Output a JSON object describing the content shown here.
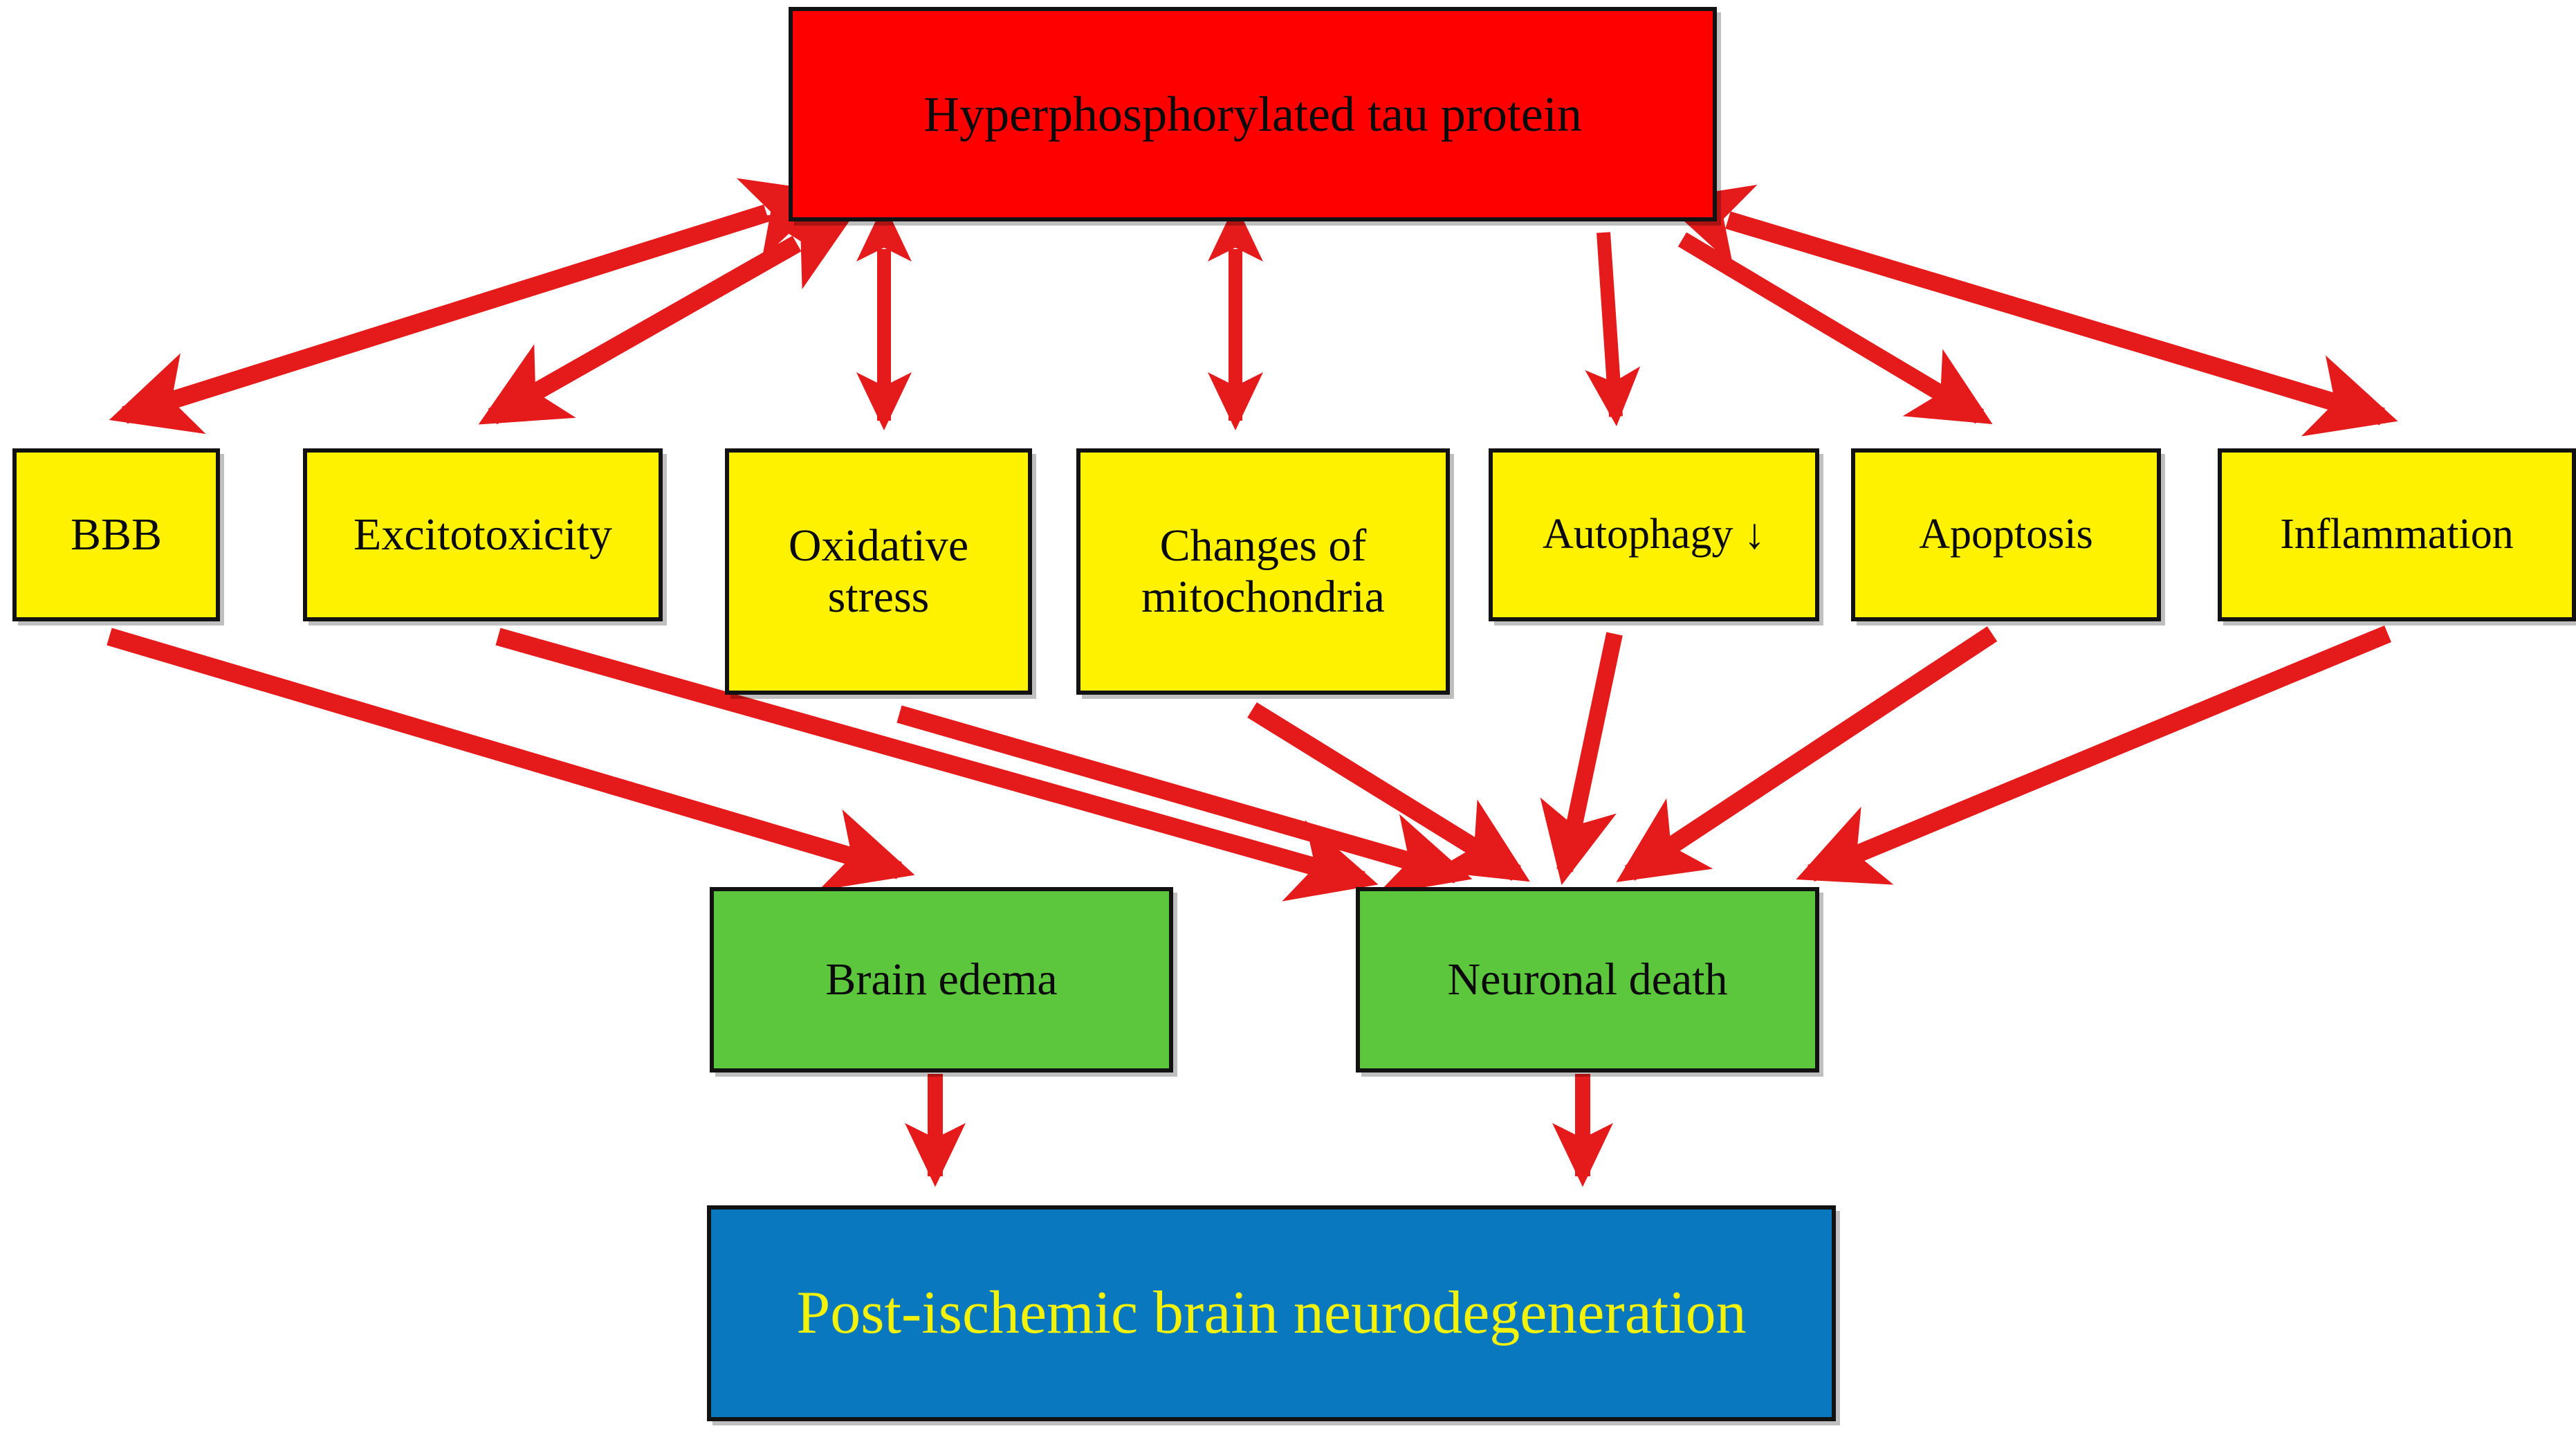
{
  "diagram": {
    "title": "Hyperphosphorylated tau protein pathway in post-ischemic brain neurodegeneration",
    "colors": {
      "red": "#FF0000",
      "yellow": "#FFF200",
      "green": "#5CC63C",
      "blue": "#0A78BE",
      "arrow": "#E51A1A",
      "border": "#121212",
      "blue_box_text": "#F2F20A",
      "background": "#FFFFFF"
    },
    "nodes": {
      "top": {
        "label": "Hyperphosphorylated tau protein",
        "color": "red"
      },
      "mechanisms": [
        {
          "label": "BBB",
          "color": "yellow"
        },
        {
          "label": "Excitotoxicity",
          "color": "yellow"
        },
        {
          "label": "Oxidative\nstress",
          "color": "yellow"
        },
        {
          "label": "Changes of\nmitochondria",
          "color": "yellow"
        },
        {
          "label": "Autophagy ↓",
          "color": "yellow"
        },
        {
          "label": "Apoptosis",
          "color": "yellow"
        },
        {
          "label": "Inflammation",
          "color": "yellow"
        }
      ],
      "outcomes": [
        {
          "label": "Brain edema",
          "color": "green"
        },
        {
          "label": "Neuronal death",
          "color": "green"
        }
      ],
      "final": {
        "label": "Post-ischemic brain neurodegeneration",
        "color": "blue"
      }
    },
    "edges": [
      {
        "from": "Hyperphosphorylated tau protein",
        "to": "BBB",
        "type": "bidirectional"
      },
      {
        "from": "Hyperphosphorylated tau protein",
        "to": "Excitotoxicity",
        "type": "bidirectional"
      },
      {
        "from": "Hyperphosphorylated tau protein",
        "to": "Oxidative stress",
        "type": "bidirectional"
      },
      {
        "from": "Hyperphosphorylated tau protein",
        "to": "Changes of mitochondria",
        "type": "bidirectional"
      },
      {
        "from": "Hyperphosphorylated tau protein",
        "to": "Autophagy ↓",
        "type": "unidirectional"
      },
      {
        "from": "Hyperphosphorylated tau protein",
        "to": "Apoptosis",
        "type": "unidirectional"
      },
      {
        "from": "Hyperphosphorylated tau protein",
        "to": "Inflammation",
        "type": "bidirectional"
      },
      {
        "from": "BBB",
        "to": "Brain edema",
        "type": "unidirectional"
      },
      {
        "from": "Excitotoxicity",
        "to": "Neuronal death",
        "type": "unidirectional"
      },
      {
        "from": "Oxidative stress",
        "to": "Neuronal death",
        "type": "unidirectional"
      },
      {
        "from": "Changes of mitochondria",
        "to": "Neuronal death",
        "type": "unidirectional"
      },
      {
        "from": "Autophagy ↓",
        "to": "Neuronal death",
        "type": "unidirectional"
      },
      {
        "from": "Apoptosis",
        "to": "Neuronal death",
        "type": "unidirectional"
      },
      {
        "from": "Inflammation",
        "to": "Neuronal death",
        "type": "unidirectional"
      },
      {
        "from": "Brain edema",
        "to": "Post-ischemic brain neurodegeneration",
        "type": "unidirectional"
      },
      {
        "from": "Neuronal death",
        "to": "Post-ischemic brain neurodegeneration",
        "type": "unidirectional"
      }
    ]
  }
}
